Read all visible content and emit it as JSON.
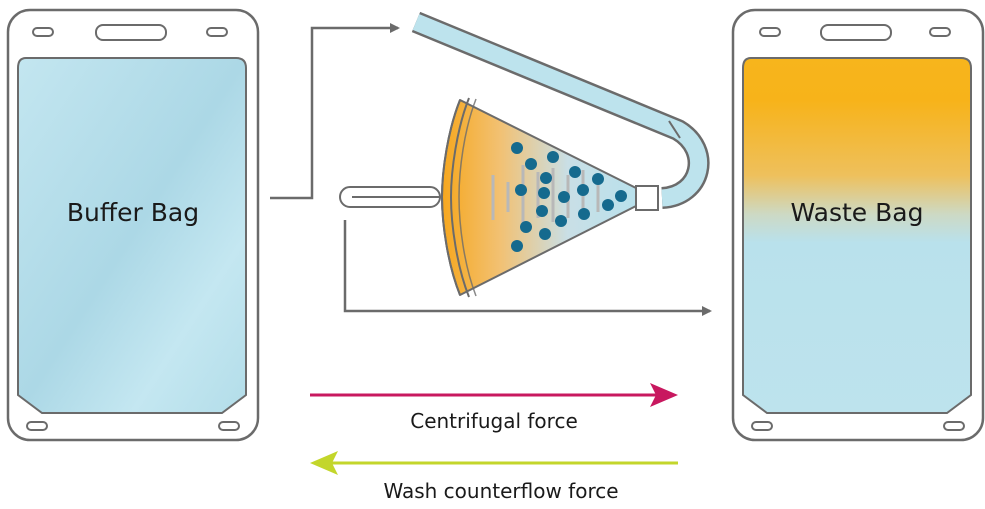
{
  "bags": {
    "buffer": {
      "label": "Buffer Bag"
    },
    "waste": {
      "label": "Waste Bag"
    }
  },
  "forces": {
    "centrifugal": {
      "label": "Centrifugal force",
      "color": "#c8185f"
    },
    "wash": {
      "label": "Wash counterflow force",
      "color": "#c3d62b"
    }
  },
  "colors": {
    "outline": "#6b6b6b",
    "buffer_fluid": "#b9e1ec",
    "waste_top": "#f7b51c",
    "cell_dot": "#156a8e",
    "chamber_fill": "#f6a71e"
  }
}
